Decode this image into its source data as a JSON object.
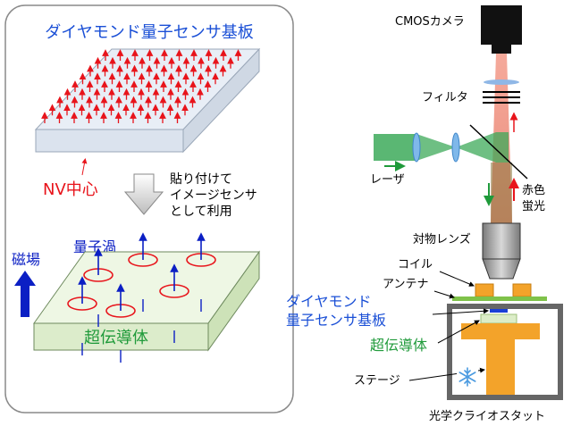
{
  "left_panel": {
    "title": "ダイヤモンド量子センサ基板",
    "nv_label": "NV中心",
    "process_line1": "貼り付けて",
    "process_line2": "イメージセンサ",
    "process_line3": "として利用",
    "vortex_label": "量子渦",
    "field_label": "磁場",
    "superconductor_label": "超伝導体"
  },
  "right_panel": {
    "camera_label": "CMOSカメラ",
    "filter_label": "フィルタ",
    "laser_label": "レーザ",
    "emission_label_line1": "赤色",
    "emission_label_line2": "蛍光",
    "objective_label": "対物レンズ",
    "coil_label": "コイル",
    "antenna_label": "アンテナ",
    "diamond_label_line1": "ダイヤモンド",
    "diamond_label_line2": "量子センサ基板",
    "superconductor_label": "超伝導体",
    "stage_label": "ステージ",
    "cryostat_label": "光学クライオスタット"
  },
  "colors": {
    "title_blue": "#1a4fd6",
    "nv_red": "#e8141b",
    "arrow_blue": "#0b1fc4",
    "green_text": "#1f9a3a",
    "laser_green": "#3daa5a",
    "red_beam": "#f08a7a",
    "orange_parts": "#f3a32a",
    "gray_frame": "#666666"
  }
}
